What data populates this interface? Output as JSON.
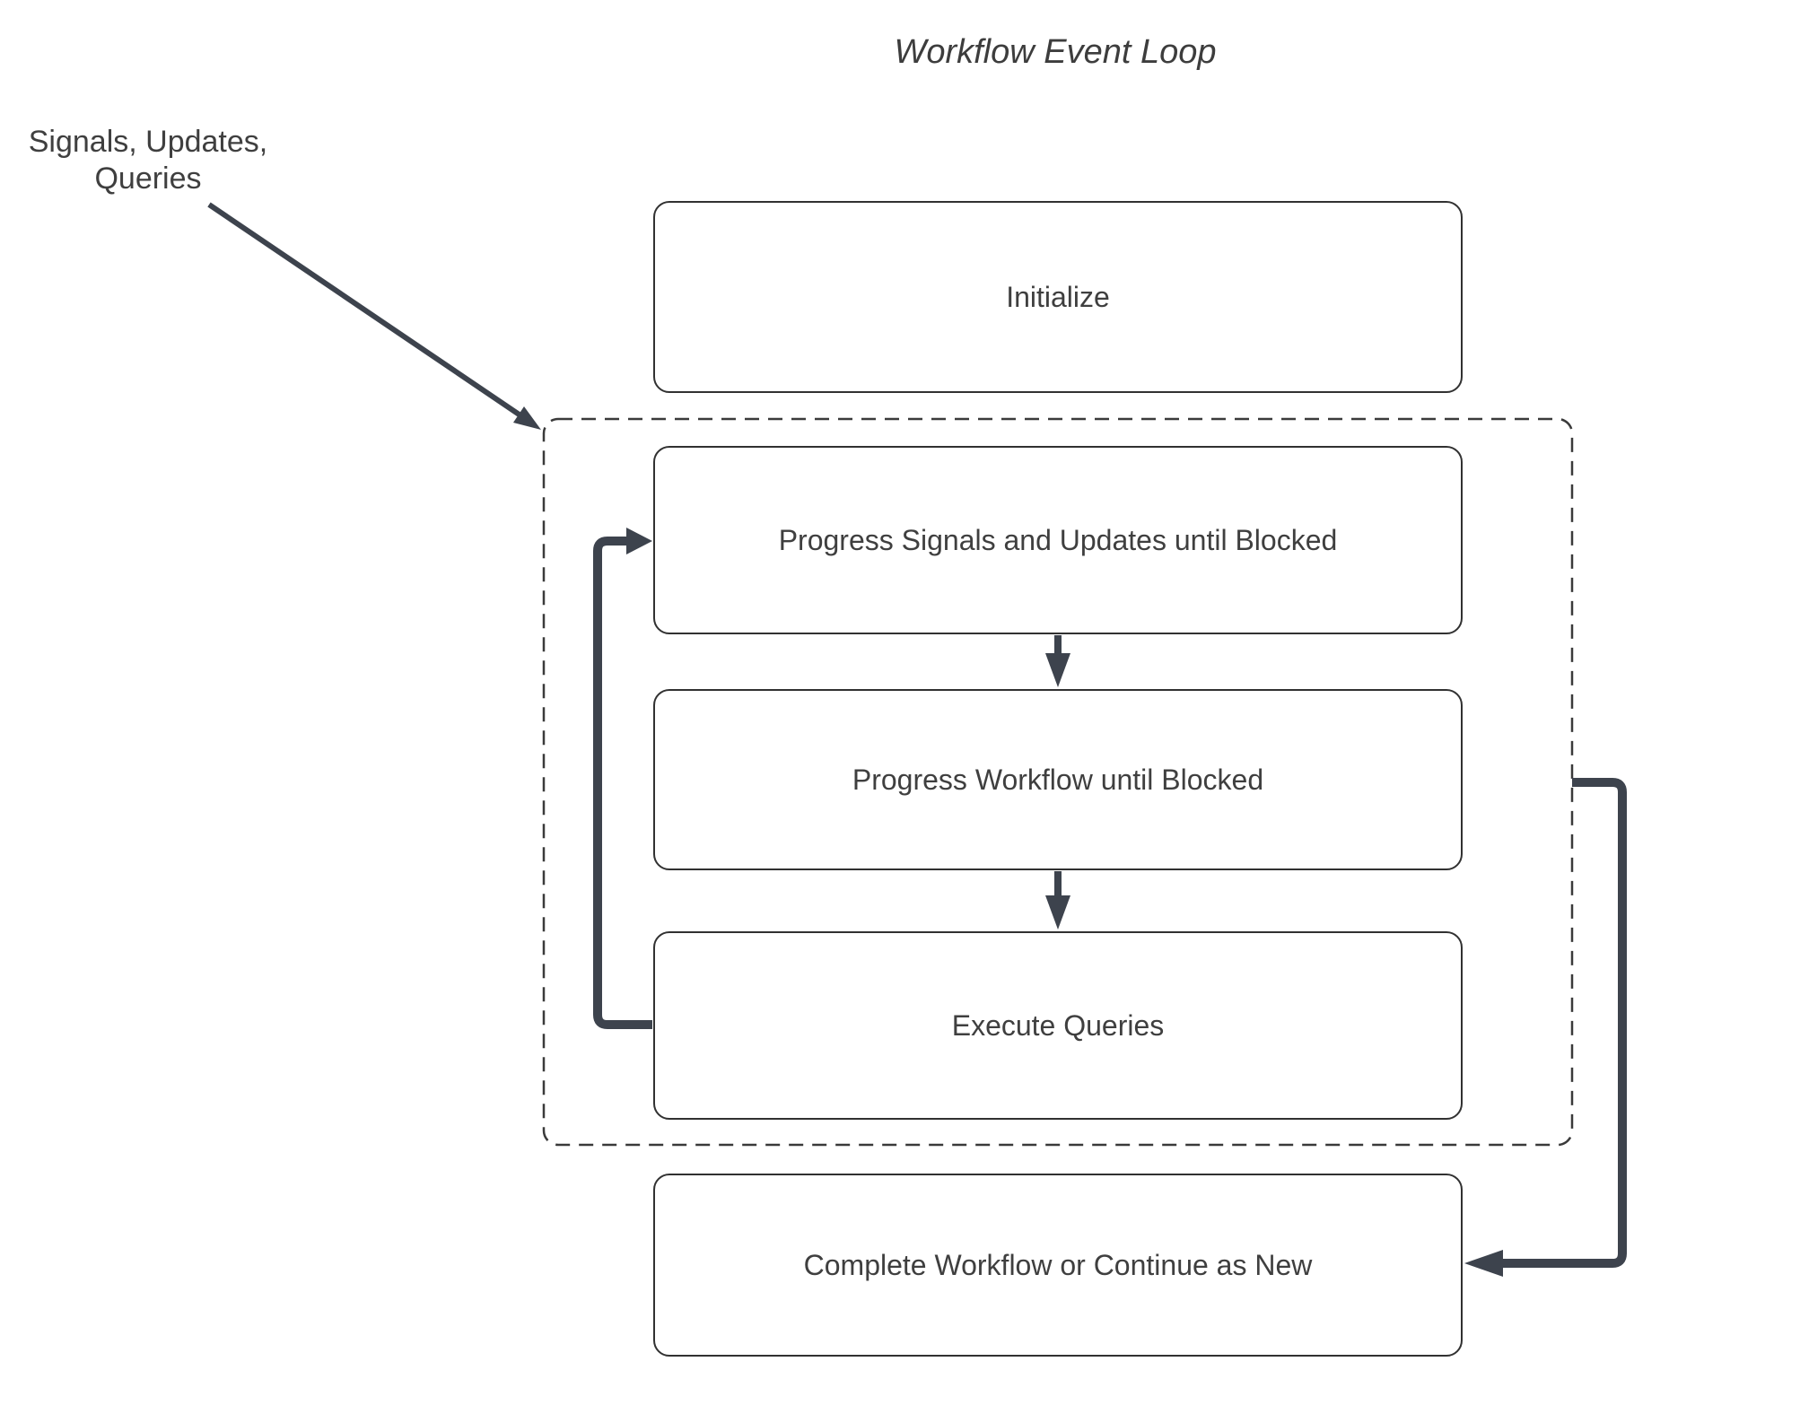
{
  "diagram": {
    "title": "Workflow Event Loop",
    "external_input_label": "Signals, Updates,\nQueries",
    "nodes": [
      {
        "id": "initialize",
        "label": "Initialize"
      },
      {
        "id": "progress-signals",
        "label": "Progress Signals and Updates until Blocked"
      },
      {
        "id": "progress-workflow",
        "label": "Progress Workflow until Blocked"
      },
      {
        "id": "execute-queries",
        "label": "Execute Queries"
      },
      {
        "id": "complete",
        "label": "Complete Workflow or Continue as New"
      }
    ],
    "connectors": [
      {
        "id": "signals-into-loop",
        "type": "diagonal-arrow",
        "from": "external-input-label",
        "to": "event-loop-container"
      },
      {
        "id": "signals-to-workflow",
        "type": "down-arrow",
        "from": "progress-signals",
        "to": "progress-workflow"
      },
      {
        "id": "workflow-to-queries",
        "type": "down-arrow",
        "from": "progress-workflow",
        "to": "execute-queries"
      },
      {
        "id": "queries-loop-back",
        "type": "elbow-arrow",
        "from": "execute-queries",
        "to": "progress-signals"
      },
      {
        "id": "loop-exit-to-complete",
        "type": "elbow-arrow",
        "from": "event-loop-container",
        "to": "complete"
      }
    ],
    "colors": {
      "background": "#ffffff",
      "arrow": "#3d434d",
      "node_border": "#313131",
      "dashed_border": "#3a3a3a",
      "text": "#3f3f3f"
    }
  }
}
